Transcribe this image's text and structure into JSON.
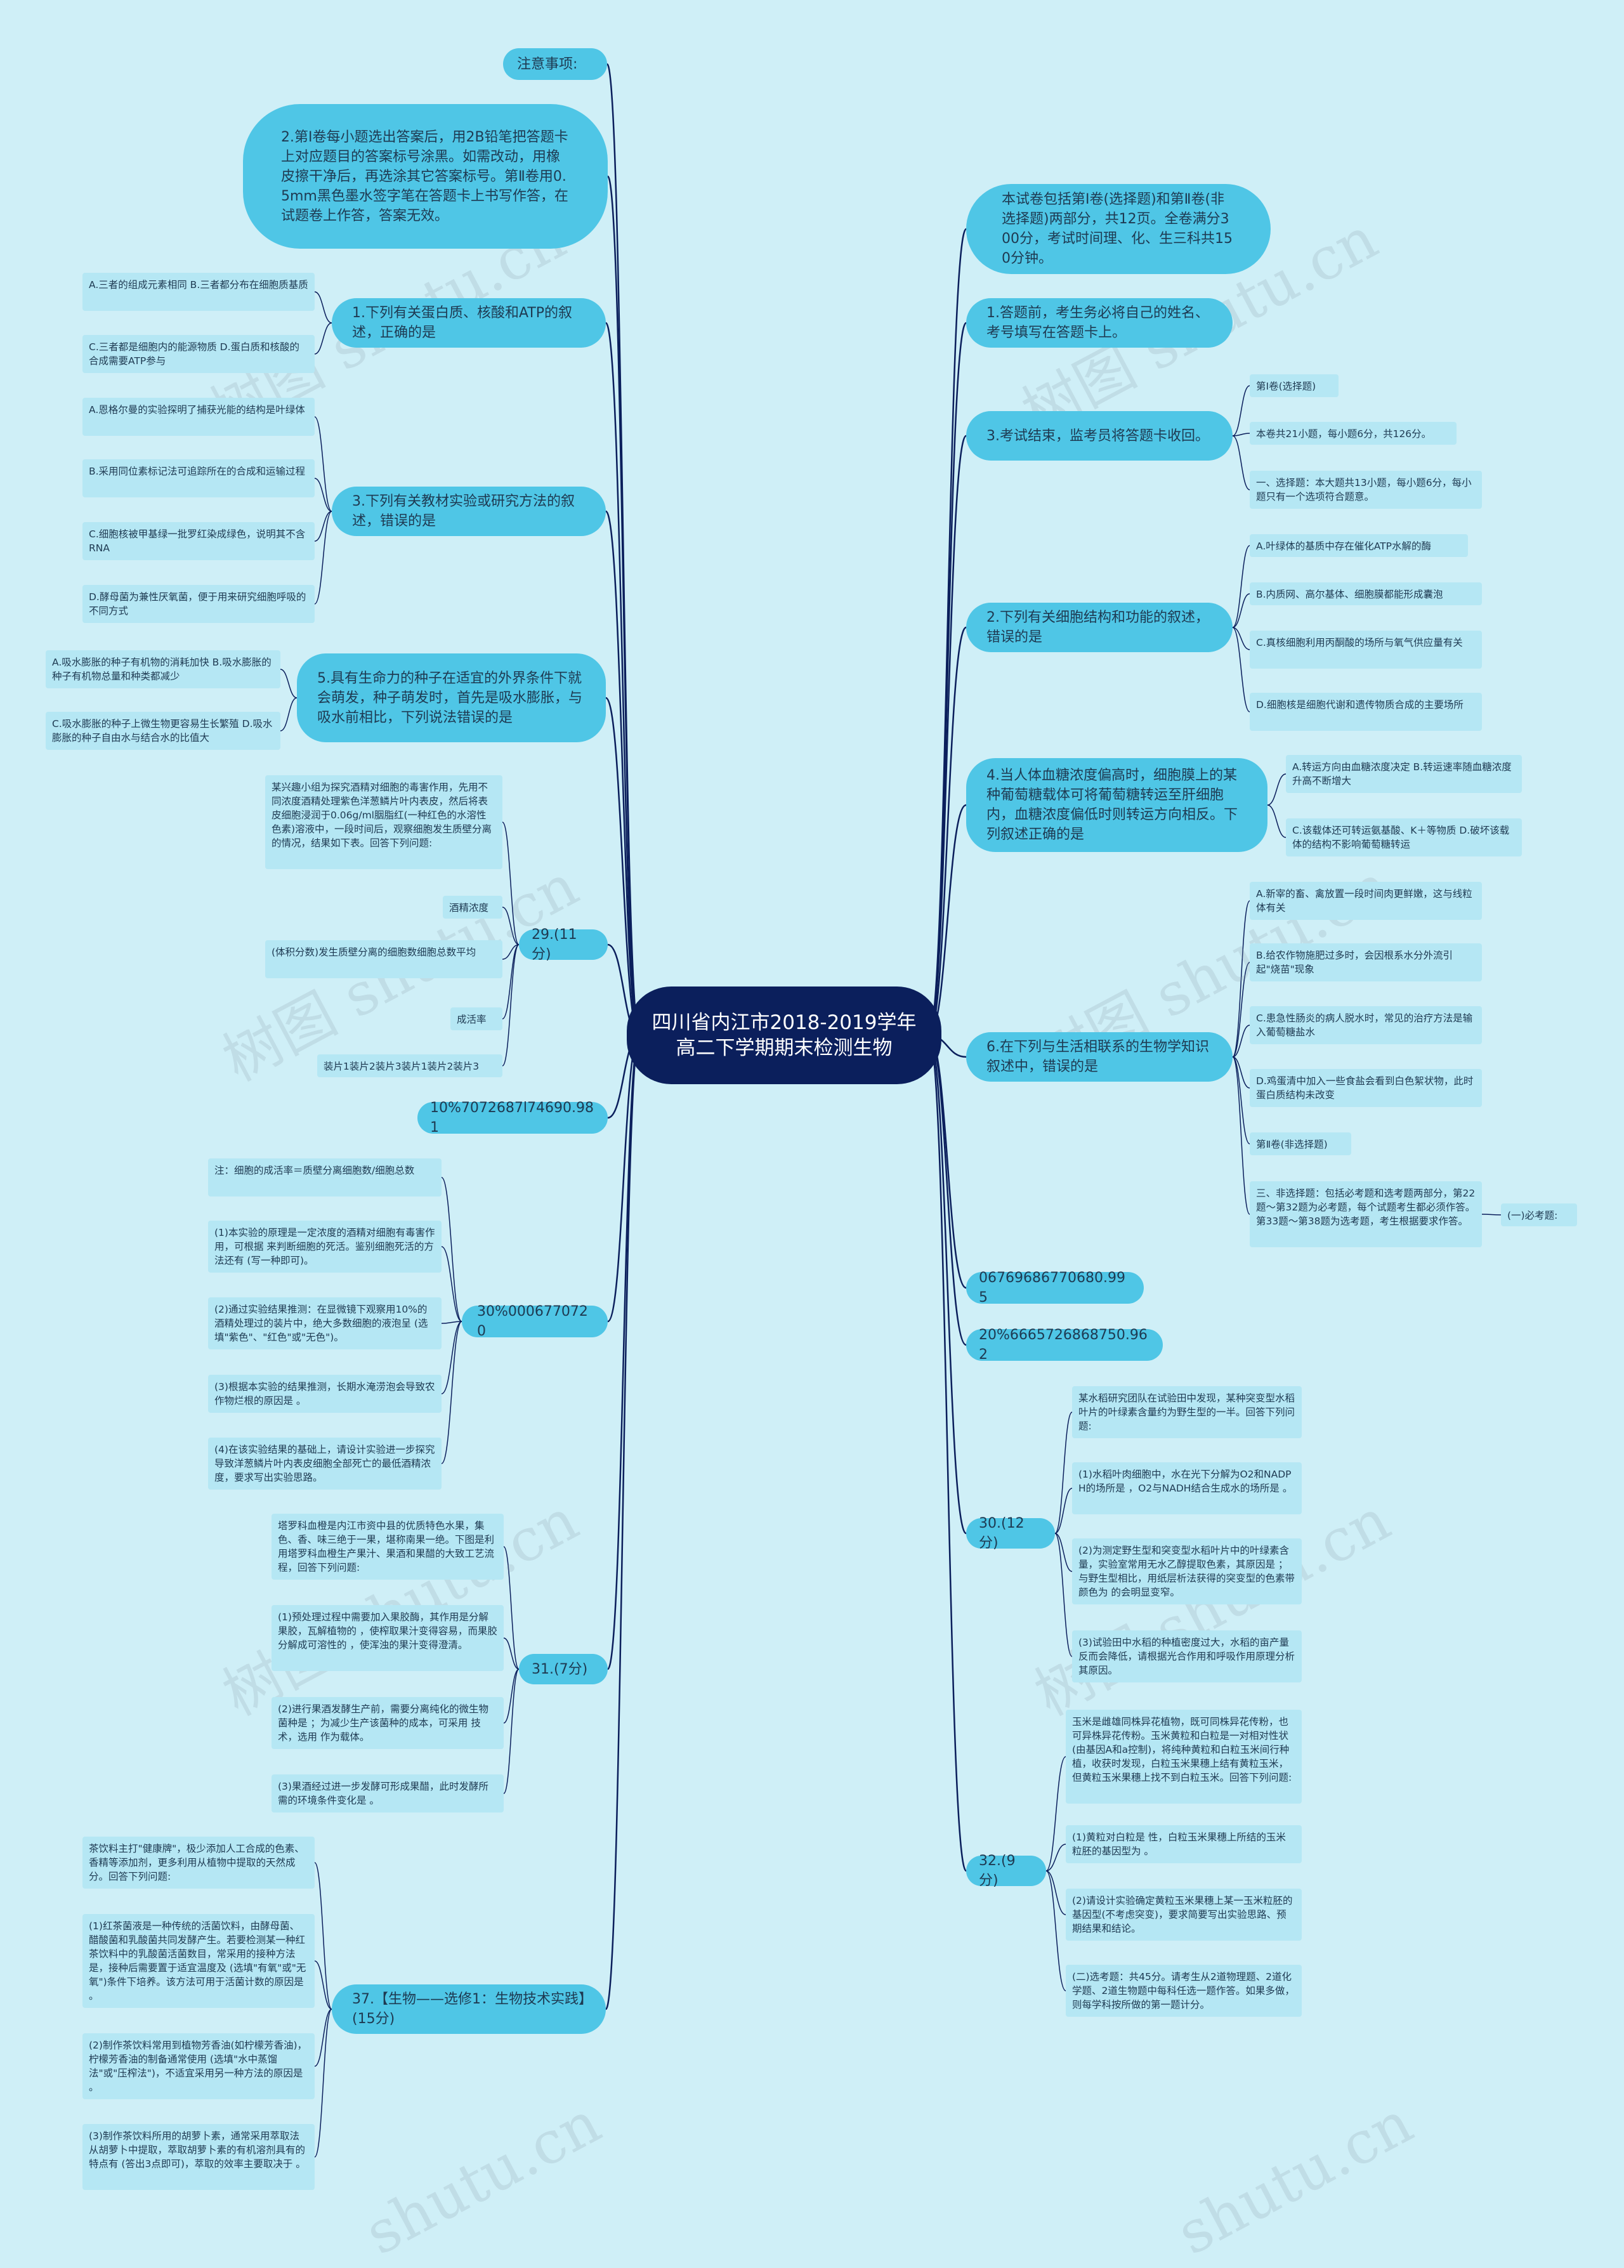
{
  "root": {
    "title": "四川省内江市2018-2019学年高二下学期期末检测生物"
  },
  "left": {
    "notice": "注意事项:",
    "rule2": "2.第Ⅰ卷每小题选出答案后，用2B铅笔把答题卡上对应题目的答案标号涂黑。如需改动，用橡皮擦干净后，再选涂其它答案标号。第Ⅱ卷用0.5mm黑色墨水签字笔在答题卡上书写作答，在试题卷上作答，答案无效。",
    "q1": {
      "title": "1.下列有关蛋白质、核酸和ATP的叙述，正确的是",
      "leaves": [
        "A.三者的组成元素相同 B.三者都分布在细胞质基质",
        "C.三者都是细胞内的能源物质 D.蛋白质和核酸的合成需要ATP参与"
      ]
    },
    "q3": {
      "title": "3.下列有关教材实验或研究方法的叙述，错误的是",
      "leaves": [
        "A.恩格尔曼的实验探明了捕获光能的结构是叶绿体",
        "B.采用同位素标记法可追踪所在的合成和运输过程",
        "C.细胞核被甲基绿一批罗红染成绿色，说明其不含RNA",
        "D.酵母菌为兼性厌氧菌，便于用来研究细胞呼吸的不同方式"
      ]
    },
    "q5": {
      "title": "5.具有生命力的种子在适宜的外界条件下就会萌发，种子萌发时，首先是吸水膨胀，与吸水前相比，下列说法错误的是",
      "leaves": [
        "A.吸水膨胀的种子有机物的消耗加快 B.吸水膨胀的种子有机物总量和种类都减少",
        "C.吸水膨胀的种子上微生物更容易生长繁殖 D.吸水膨胀的种子自由水与结合水的比值大"
      ]
    },
    "q29": {
      "title": "29.(11分)",
      "leaves": [
        "某兴趣小组为探究酒精对细胞的毒害作用，先用不同浓度酒精处理紫色洋葱鳞片叶内表皮，然后将表皮细胞浸润于0.06g/ml胭脂红(一种红色的水溶性色素)溶液中，一段时间后，观察细胞发生质壁分离的情况，结果如下表。回答下列问题:",
        "酒精浓度",
        "(体积分数)发生质壁分离的细胞数细胞总数平均",
        "成活率",
        "装片1装片2装片3装片1装片2装片3"
      ]
    },
    "pct1": "10%7072687l74690.981",
    "pct2": {
      "title": "30%0006770720",
      "leaves": [
        "注：细胞的成活率＝质壁分离细胞数/细胞总数",
        "(1)本实验的原理是一定浓度的酒精对细胞有毒害作用，可根据 来判断细胞的死活。鉴别细胞死活的方法还有 (写一种即可)。",
        "(2)通过实验结果推测：在显微镜下观察用10%的酒精处理过的装片中，绝大多数细胞的液泡呈 (选填\"紫色\"、\"红色\"或\"无色\")。",
        "(3)根据本实验的结果推测，长期水淹涝泡会导致农作物烂根的原因是 。",
        "(4)在该实验结果的基础上，请设计实验进一步探究导致洋葱鳞片叶内表皮细胞全部死亡的最低酒精浓度，要求写出实验思路。"
      ]
    },
    "q31": {
      "title": "31.(7分)",
      "leaves": [
        "塔罗科血橙是内江市资中县的优质特色水果，集色、香、味三绝于一果，堪称南果一绝。下图是利用塔罗科血橙生产果汁、果酒和果醋的大致工艺流程，回答下列问题:",
        "(1)预处理过程中需要加入果胶酶，其作用是分解果胶，瓦解植物的 ，使榨取果汁变得容易，而果胶分解成可溶性的 ，使浑浊的果汁变得澄清。",
        "(2)进行果酒发酵生产前，需要分离纯化的微生物菌种是 ；为减少生产该菌种的成本，可采用 技术，选用 作为载体。",
        "(3)果酒经过进一步发酵可形成果醋，此时发酵所需的环境条件变化是 。"
      ]
    },
    "q37": {
      "title": "37.【生物——选修1：生物技术实践】(15分)",
      "leaves": [
        "茶饮料主打\"健康牌\"，极少添加人工合成的色素、香精等添加剂，更多利用从植物中提取的天然成分。回答下列问题:",
        "(1)红茶菌液是一种传统的活菌饮料，由酵母菌、醋酸菌和乳酸菌共同发酵产生。若要检测某一种红茶饮料中的乳酸菌活菌数目，常采用的接种方法是，接种后需要置于适宜温度及 (选填\"有氧\"或\"无氧\")条件下培养。该方法可用于活菌计数的原因是 。",
        "(2)制作茶饮料常用到植物芳香油(如柠檬芳香油)，柠檬芳香油的制备通常使用 (选填\"水中蒸馏法\"或\"压榨法\")，不适宜采用另一种方法的原因是 。",
        "(3)制作茶饮料所用的胡萝卜素，通常采用萃取法从胡萝卜中提取，萃取胡萝卜素的有机溶剂具有的特点有 (答出3点即可)，萃取的效率主要取决于 。"
      ]
    }
  },
  "right": {
    "intro": "本试卷包括第Ⅰ卷(选择题)和第Ⅱ卷(非选择题)两部分，共12页。全卷满分300分，考试时间理、化、生三科共150分钟。",
    "rule1": "1.答题前，考生务必将自己的姓名、考号填写在答题卡上。",
    "rule3": {
      "title": "3.考试结束，监考员将答题卡收回。",
      "leaves": [
        "第Ⅰ卷(选择题)",
        "本卷共21小题，每小题6分，共126分。",
        "一、选择题：本大题共13小题，每小题6分，每小题只有一个选项符合题意。"
      ]
    },
    "q2": {
      "title": "2.下列有关细胞结构和功能的叙述，错误的是",
      "leaves": [
        "A.叶绿体的基质中存在催化ATP水解的酶",
        "B.内质网、高尔基体、细胞膜都能形成囊泡",
        "C.真核细胞利用丙酮酸的场所与氧气供应量有关",
        "D.细胞核是细胞代谢和遗传物质合成的主要场所"
      ]
    },
    "q4": {
      "title": "4.当人体血糖浓度偏高时，细胞膜上的某种葡萄糖载体可将葡萄糖转运至肝细胞内，血糖浓度偏低时则转运方向相反。下列叙述正确的是",
      "leaves": [
        "A.转运方向由血糖浓度决定 B.转运速率随血糖浓度升高不断增大",
        "C.该载体还可转运氨基酸、K＋等物质 D.破坏该载体的结构不影响葡萄糖转运"
      ]
    },
    "q6": {
      "title": "6.在下列与生活相联系的生物学知识叙述中，错误的是",
      "leaves": [
        "A.新宰的畜、禽放置一段时间肉更鲜嫩，这与线粒体有关",
        "B.给农作物施肥过多时，会因根系水分外流引起\"烧苗\"现象",
        "C.患急性肠炎的病人脱水时，常见的治疗方法是输入葡萄糖盐水",
        "D.鸡蛋清中加入一些食盐会看到白色絮状物，此时蛋白质结构未改变",
        "第Ⅱ卷(非选择题)",
        "三、非选择题：包括必考题和选考题两部分，第22题～第32题为必考题，每个试题考生都必须作答。第33题～第38题为选考题，考生根据要求作答。"
      ],
      "sub": "(一)必考题:"
    },
    "num1": "06769686770680.995",
    "num2": "20%6665726868750.962",
    "q30": {
      "title": "30.(12分)",
      "leaves": [
        "某水稻研究团队在试验田中发现，某种突变型水稻叶片的叶绿素含量约为野生型的一半。回答下列问题:",
        "(1)水稻叶肉细胞中，水在光下分解为O2和NADPH的场所是 ，O2与NADH结合生成水的场所是 。",
        "(2)为测定野生型和突变型水稻叶片中的叶绿素含量，实验室常用无水乙醇提取色素，其原因是 ；与野生型相比，用纸层析法获得的突变型的色素带颜色为 的会明显变窄。",
        "(3)试验田中水稻的种植密度过大，水稻的亩产量反而会降低，请根据光合作用和呼吸作用原理分析其原因。"
      ]
    },
    "q32": {
      "title": "32.(9分)",
      "leaves": [
        "玉米是雌雄同株异花植物，既可同株异花传粉，也可异株异花传粉。玉米黄粒和白粒是一对相对性状(由基因A和a控制)，将纯种黄粒和白粒玉米间行种植，收获时发现，白粒玉米果穗上结有黄粒玉米，但黄粒玉米果穗上找不到白粒玉米。回答下列问题:",
        "(1)黄粒对白粒是 性，白粒玉米果穗上所结的玉米粒胚的基因型为 。",
        "(2)请设计实验确定黄粒玉米果穗上某一玉米粒胚的基因型(不考虑突变)，要求简要写出实验思路、预期结果和结论。",
        "(二)选考题：共45分。请考生从2道物理题、2道化学题、2道生物题中每科任选一题作答。如果多做，则每学科按所做的第一题计分。"
      ]
    }
  },
  "watermarks": [
    "树图 shutu.cn",
    "树图 shutu.cn",
    "树图 shutu.cn",
    "树图 shutu.cn",
    "树图 shutu.cn",
    "树图 shutu.cn",
    "shutu.cn",
    "shutu.cn"
  ],
  "colors": {
    "background": "#cfeff7",
    "root": "#0b1f5c",
    "level1": "#4fc6e6",
    "leaf": "#b5e7f4",
    "line": "#0b1f5c"
  }
}
